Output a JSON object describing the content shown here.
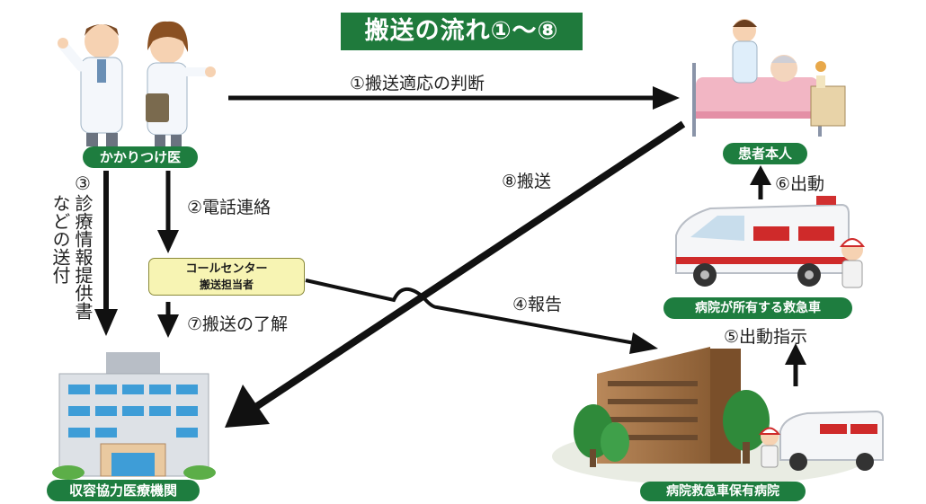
{
  "title": "搬送の流れ①〜⑧",
  "nodes": {
    "doctor": "かかりつけ医",
    "patient": "患者本人",
    "cooperating_hospital": "収容協力医療機関",
    "hospital_ambulance": "病院が所有する救急車",
    "ambulance_hospital": "病院救急車保有病院",
    "call_center_line1": "コールセンター",
    "call_center_line2": "搬送担当者"
  },
  "steps": {
    "s1": "①搬送適応の判断",
    "s2": "②電話連絡",
    "s3_col1": "③",
    "s3_col2": "診療情報提供書",
    "s3_col3": "などの送付",
    "s4": "④報告",
    "s5": "⑤出動指示",
    "s6": "⑥出動",
    "s7": "⑦搬送の了解",
    "s8": "⑧搬送"
  },
  "colors": {
    "title_bg": "#1f7a3c",
    "pill_bg": "#1e7d3f",
    "arrow": "#111111",
    "call_center_bg": "#f7f4b3",
    "background": "#e3f0df"
  }
}
